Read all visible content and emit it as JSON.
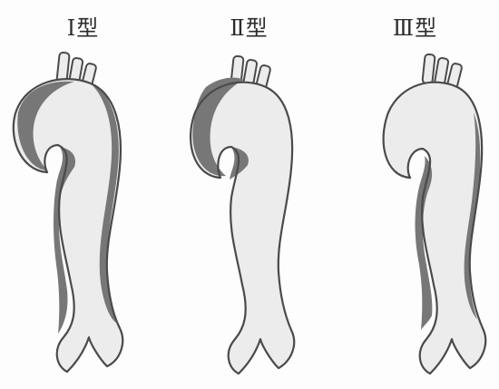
{
  "figure": {
    "panels": [
      {
        "label": "Ⅰ型",
        "dissection_extent": "ascending-arch-descending"
      },
      {
        "label": "Ⅱ型",
        "dissection_extent": "ascending-only"
      },
      {
        "label": "Ⅲ型",
        "dissection_extent": "descending-only"
      }
    ]
  },
  "colors": {
    "vessel": "#ececec",
    "outline": "#4a4a4a",
    "dissection": "#777777",
    "label": "#2c2c2c"
  }
}
